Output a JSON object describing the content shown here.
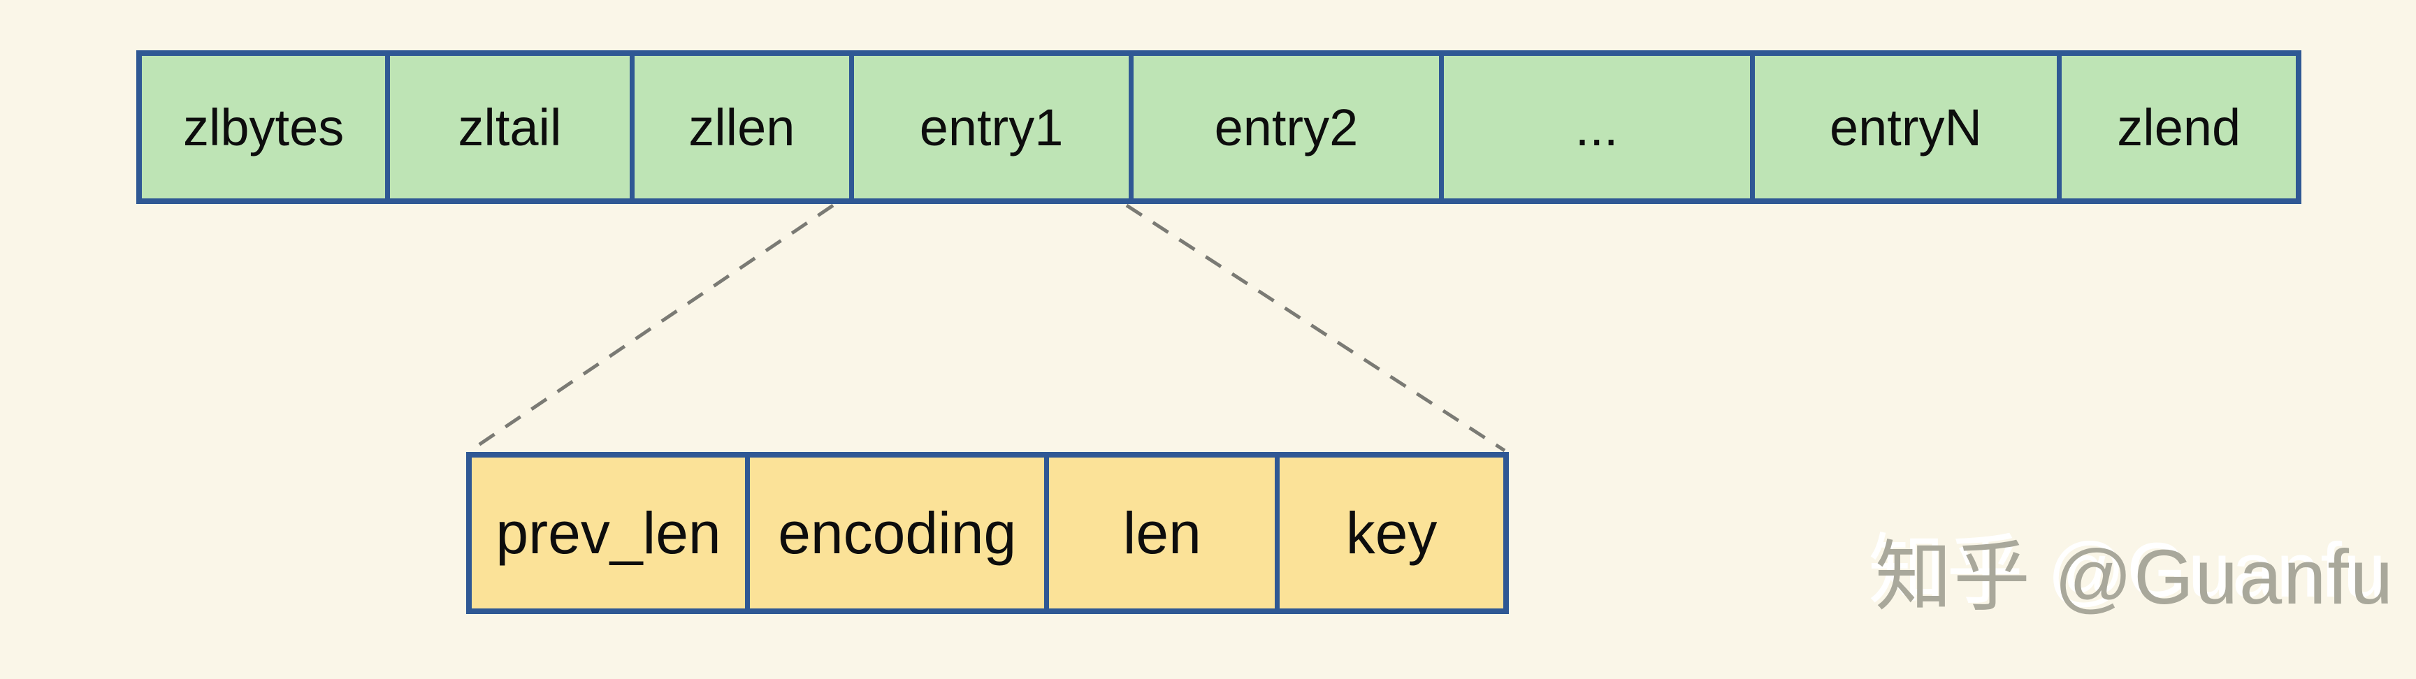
{
  "diagram": {
    "ziplist_row": {
      "cells": [
        "zlbytes",
        "zltail",
        "zllen",
        "entry1",
        "entry2",
        "...",
        "entryN",
        "zlend"
      ]
    },
    "entry_detail_row": {
      "cells": [
        "prev_len",
        "encoding",
        "len",
        "key"
      ]
    }
  },
  "watermark": {
    "text": "知乎 @Guanfu"
  },
  "colors": {
    "background": "#FAF6E8",
    "ziplist_cell_fill_green": "#BEE4B5",
    "entry_detail_cell_fill_yellow": "#FBE298",
    "cell_border_blue": "#2F5894",
    "dashed_connector_gray": "#7A7A74",
    "watermark_gray": "#A9A89B",
    "label_text": "#0D0D0D"
  }
}
